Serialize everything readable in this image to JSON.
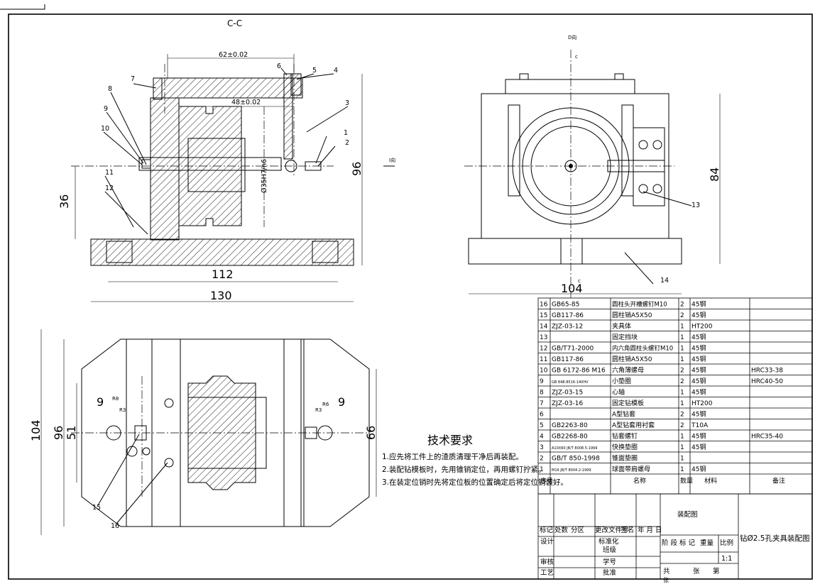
{
  "views": {
    "section_title": "C-C",
    "d_view_label": "D向",
    "i_view_label": "I向",
    "c_marks": [
      "c",
      "c"
    ]
  },
  "dimensions": {
    "d62": "62±0.02",
    "d48": "48±0.02",
    "d36": "36",
    "d96": "96",
    "d112": "112",
    "d130": "130",
    "d_shaft": "Ø35H7/n6",
    "d84": "84",
    "d104_front": "104",
    "d104_top": "104",
    "d96_top": "96",
    "d51": "51",
    "d66": "66",
    "d9_left": "9",
    "d9_right": "9",
    "r8": "R8",
    "r3_left": "R3",
    "r3_right": "R3",
    "r6": "R6"
  },
  "balloons": [
    "1",
    "2",
    "3",
    "4",
    "5",
    "6",
    "7",
    "8",
    "9",
    "10",
    "11",
    "12",
    "13",
    "14",
    "15",
    "16"
  ],
  "tech_req": {
    "title": "技术要求",
    "lines": [
      "1.应先将工件上的渣质清理干净后再装配。",
      "2.装配钻模板时，先用锥销定位，再用螺钉拧紧。",
      "3.在装定位销时先将定位板的位置确定后将定位销装好。"
    ]
  },
  "bom": {
    "rows": [
      {
        "no": "16",
        "code": "GB65-85",
        "name": "圆柱头开槽螺钉M10",
        "qty": "2",
        "mat": "45钢",
        "note": ""
      },
      {
        "no": "15",
        "code": "GB117-86",
        "name": "圆柱销A5X50",
        "qty": "2",
        "mat": "45钢",
        "note": ""
      },
      {
        "no": "14",
        "code": "ZJZ-03-12",
        "name": "夹具体",
        "qty": "1",
        "mat": "HT200",
        "note": ""
      },
      {
        "no": "13",
        "code": "",
        "name": "固定挡块",
        "qty": "1",
        "mat": "45钢",
        "note": ""
      },
      {
        "no": "12",
        "code": "GB/T71-2000",
        "name": "内六角圆柱头螺钉M10",
        "qty": "1",
        "mat": "45钢",
        "note": ""
      },
      {
        "no": "11",
        "code": "GB117-86",
        "name": "圆柱销A5X50",
        "qty": "1",
        "mat": "45钢",
        "note": ""
      },
      {
        "no": "10",
        "code": "GB 6172-86 M16",
        "name": "六角薄螺母",
        "qty": "2",
        "mat": "45钢",
        "note": "HRC33-38"
      },
      {
        "no": "9",
        "code": "GB 848-8516-140HV",
        "name": "小垫圈",
        "qty": "2",
        "mat": "45钢",
        "note": "HRC40-50"
      },
      {
        "no": "8",
        "code": "ZJZ-03-15",
        "name": "心轴",
        "qty": "1",
        "mat": "45钢",
        "note": ""
      },
      {
        "no": "7",
        "code": "ZJZ-03-16",
        "name": "固定钻模板",
        "qty": "1",
        "mat": "HT200",
        "note": ""
      },
      {
        "no": "6",
        "code": "",
        "name": "A型钻套",
        "qty": "2",
        "mat": "45钢",
        "note": ""
      },
      {
        "no": "5",
        "code": "GB2263-80",
        "name": "A型钻套用衬套",
        "qty": "2",
        "mat": "T10A",
        "note": ""
      },
      {
        "no": "4",
        "code": "GB2268-80",
        "name": "钻套螺钉",
        "qty": "1",
        "mat": "45钢",
        "note": "HRC35-40"
      },
      {
        "no": "3",
        "code": "A10X60 JB/T 8008.5-1999",
        "name": "快换垫圈",
        "qty": "1",
        "mat": "45钢",
        "note": ""
      },
      {
        "no": "2",
        "code": "GB/T 850-1998",
        "name": "锥面垫圈",
        "qty": "1",
        "mat": "",
        "note": ""
      },
      {
        "no": "1",
        "code": "M16 JB/T 8004.2-1999",
        "name": "球面带肩螺母",
        "qty": "1",
        "mat": "45钢",
        "note": ""
      }
    ],
    "header": {
      "no": "序号",
      "name": "名称",
      "qty": "数量",
      "mat": "材料",
      "note": "备注"
    }
  },
  "title_block": {
    "drawing_type": "装配图",
    "drawing_name": "钻Ø2.5孔夹具装配图",
    "row_marks": "标记",
    "row_place": "处数",
    "row_zone": "分区",
    "row_doc": "更改文件号",
    "row_sign": "签名",
    "row_date": "年 月 日",
    "design": "设计",
    "standard": "标准化",
    "class": "班级",
    "review": "审核",
    "student_no": "学号",
    "process": "工艺",
    "approve": "批准",
    "stage": "阶 段 标 记",
    "weight": "重量",
    "ratio_label": "比例",
    "ratio": "1:1",
    "total": "共",
    "sheets": "张",
    "page": "第",
    "sheet2": "张"
  }
}
